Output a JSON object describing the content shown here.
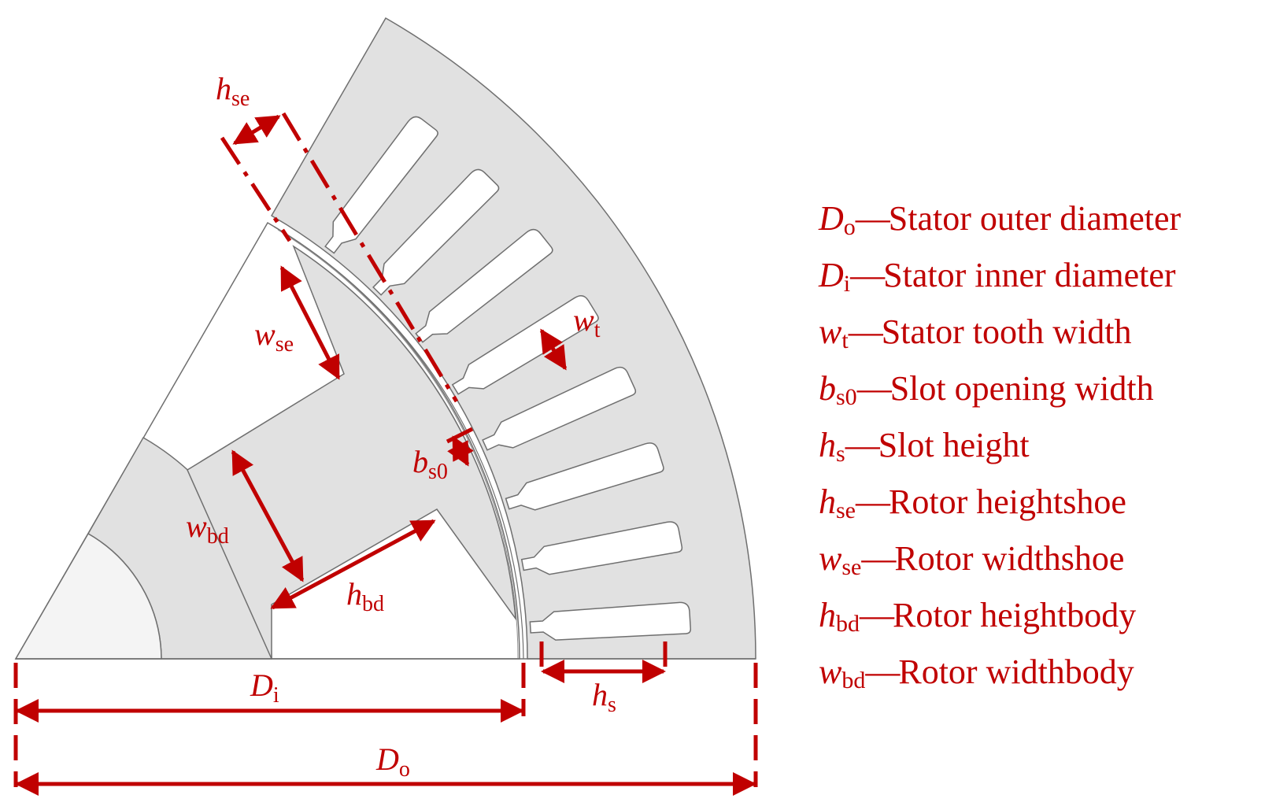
{
  "labels": {
    "hse": {
      "sym": "h",
      "sub": "se"
    },
    "wse": {
      "sym": "w",
      "sub": "se"
    },
    "wt": {
      "sym": "w",
      "sub": "t"
    },
    "bs0": {
      "sym": "b",
      "sub": "s0"
    },
    "wbd": {
      "sym": "w",
      "sub": "bd"
    },
    "hbd": {
      "sym": "h",
      "sub": "bd"
    },
    "Di": {
      "sym": "D",
      "sub": "i"
    },
    "hs": {
      "sym": "h",
      "sub": "s"
    },
    "Do": {
      "sym": "D",
      "sub": "o"
    }
  },
  "legend": [
    {
      "sym": "D",
      "sub": "o",
      "dash": "—",
      "text": "Stator outer diameter"
    },
    {
      "sym": "D",
      "sub": "i",
      "dash": "—",
      "text": "Stator inner diameter"
    },
    {
      "sym": "w",
      "sub": "t",
      "dash": "—",
      "text": "Stator tooth width"
    },
    {
      "sym": "b",
      "sub": "s0",
      "dash": "—",
      "text": "Slot opening width"
    },
    {
      "sym": "h",
      "sub": "s",
      "dash": "—",
      "text": "Slot height"
    },
    {
      "sym": "h",
      "sub": "se",
      "dash": "—",
      "text": "Rotor heightshoe"
    },
    {
      "sym": "w",
      "sub": "se",
      "dash": "—",
      "text": "Rotor widthshoe"
    },
    {
      "sym": "h",
      "sub": "bd",
      "dash": "—",
      "text": "Rotor heightbody"
    },
    {
      "sym": "w",
      "sub": "bd",
      "dash": "—",
      "text": "Rotor widthbody"
    }
  ],
  "colors": {
    "annotation": "#c00000",
    "steel": "#e1e1e1",
    "outline": "#6f6f6f"
  }
}
